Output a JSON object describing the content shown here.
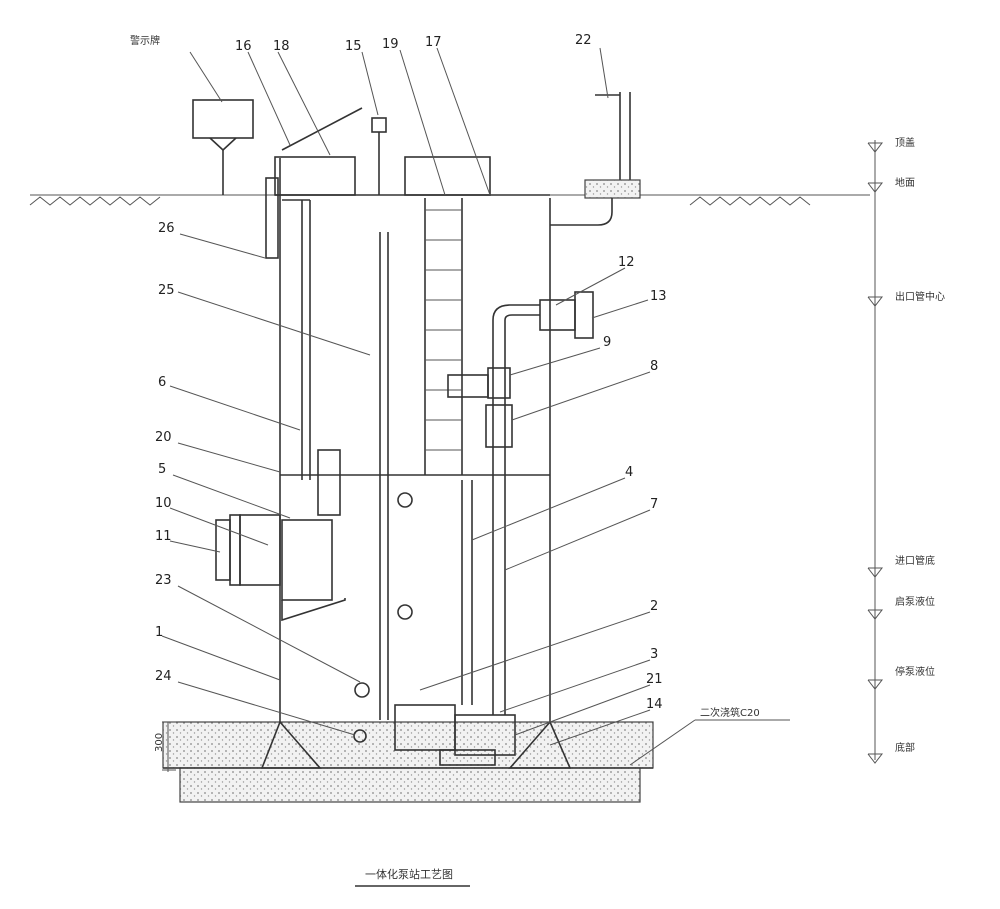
{
  "diagram": {
    "title": "一体化泵站工艺图",
    "box_label": "警示牌",
    "dimension_label": "300",
    "concrete_note": "二次浇筑C20",
    "elevations": [
      "顶盖",
      "地面",
      "出口管中心",
      "进口管底",
      "启泵液位",
      "停泵液位",
      "底部"
    ],
    "part_numbers": {
      "p1": "1",
      "p2": "2",
      "p3": "3",
      "p4": "4",
      "p5": "5",
      "p6": "6",
      "p7": "7",
      "p8": "8",
      "p9": "9",
      "p10": "10",
      "p11": "11",
      "p12": "12",
      "p13": "13",
      "p14": "14",
      "p15": "15",
      "p16": "16",
      "p17": "17",
      "p18": "18",
      "p19": "19",
      "p20": "20",
      "p21": "21",
      "p22": "22",
      "p23": "23",
      "p24": "24",
      "p25": "25",
      "p26": "26"
    }
  }
}
